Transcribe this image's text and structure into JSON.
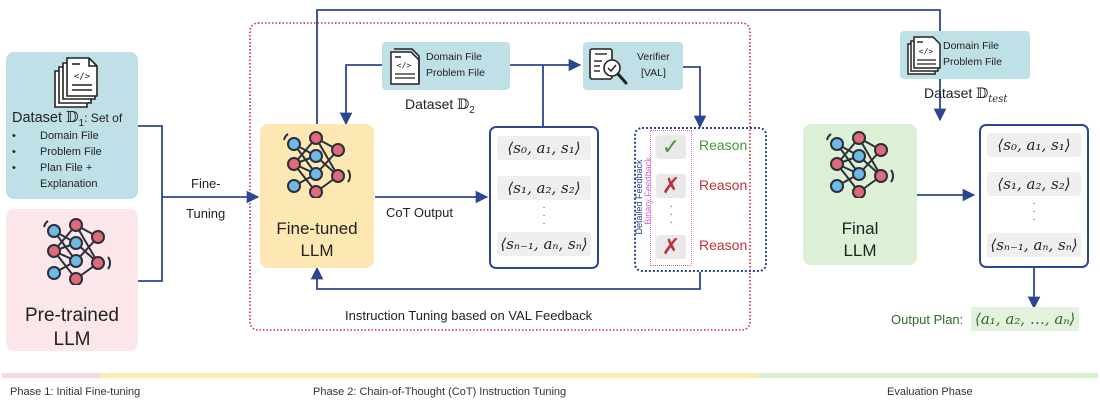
{
  "colors": {
    "wire": "#2a4791",
    "dataset_bg": "#bfe0e6",
    "pretrained_bg": "#fbe6ea",
    "finetuned_bg": "#fde8b4",
    "final_bg": "#dcf0d6",
    "red_dotted": "#c0303a",
    "pass_green": "#3e9a3a",
    "fail_red": "#c0303a",
    "binary_pink": "#d86bc8",
    "output_plan_green": "#2f6a2a"
  },
  "phase1": {
    "dataset1": {
      "title_prefix": "Dataset ",
      "symbol": "𝔻",
      "subscript": "1",
      "title_suffix": ": Set of",
      "items": [
        "Domain File",
        "Problem File",
        "Plan File +",
        "Explanation"
      ],
      "icon": "code-file-stack-icon"
    },
    "pretrained": {
      "line1": "Pre-trained",
      "line2": "LLM",
      "icon": "neural-network-icon"
    },
    "fine_tuning_label": {
      "line1": "Fine-",
      "line2": "Tuning"
    }
  },
  "phase2": {
    "dataset2": {
      "line1": "Domain File",
      "line2": "Problem File",
      "caption_prefix": "Dataset ",
      "symbol": "𝔻",
      "subscript": "2",
      "icon": "code-file-icon"
    },
    "verifier": {
      "line1": "Verifier",
      "line2": "[VAL]",
      "icon": "document-check-magnifier-icon"
    },
    "finetuned": {
      "line1": "Fine-tuned",
      "line2": "LLM",
      "icon": "neural-network-icon"
    },
    "cot_output_label": "CoT Output",
    "tuples": [
      "⟨s₀, a₁, s₁⟩",
      "⟨s₁, a₂, s₂⟩",
      "⟨sₙ₋₁, aₙ, sₙ⟩"
    ],
    "feedback": {
      "detailed_label": "Detailed Feedback",
      "binary_label": "Binary Feedback",
      "rows": [
        {
          "mark": "✓",
          "status": "pass",
          "reason": "Reason"
        },
        {
          "mark": "✗",
          "status": "fail",
          "reason": "Reason"
        },
        {
          "mark": "✗",
          "status": "fail",
          "reason": "Reason"
        }
      ]
    },
    "loop_label": "Instruction Tuning based on VAL Feedback"
  },
  "evaluation": {
    "dataset_test": {
      "line1": "Domain File",
      "line2": "Problem File",
      "caption_prefix": "Dataset ",
      "symbol": "𝔻",
      "subscript": "test",
      "icon": "code-file-stack-icon"
    },
    "final": {
      "line1": "Final",
      "line2": "LLM",
      "icon": "neural-network-icon"
    },
    "tuples": [
      "⟨s₀, a₁, s₁⟩",
      "⟨s₁, a₂, s₂⟩",
      "⟨sₙ₋₁, aₙ, sₙ⟩"
    ],
    "output_plan_label": "Output Plan:",
    "output_plan_value": "⟨a₁, a₂, …, aₙ⟩"
  },
  "phases": [
    {
      "label": "Phase 1: Initial Fine-tuning",
      "color": "#f6d9e0"
    },
    {
      "label": "Phase 2: Chain-of-Thought (CoT) Instruction Tuning",
      "color": "#fdebb0"
    },
    {
      "label": "Evaluation Phase",
      "color": "#d6efcf"
    }
  ]
}
